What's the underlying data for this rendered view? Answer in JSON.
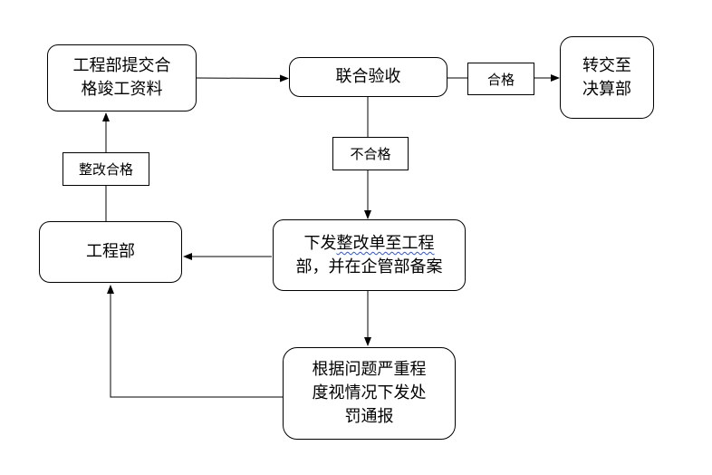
{
  "nodes": {
    "submit_docs": "工程部提交合\n格竣工资料",
    "joint_acceptance": "联合验收",
    "transfer_settlement": "转交至\n决算部",
    "engineering_dept": "工程部",
    "rectification_notice": {
      "prefix": "下发",
      "underlined": "整改单至工程",
      "suffix": "\n部，并在企管部备案"
    },
    "penalty_notice": "根据问题严重程\n度视情况下发处\n罚通报"
  },
  "labels": {
    "qualified": "合格",
    "unqualified": "不合格",
    "rectified": "整改合格"
  }
}
